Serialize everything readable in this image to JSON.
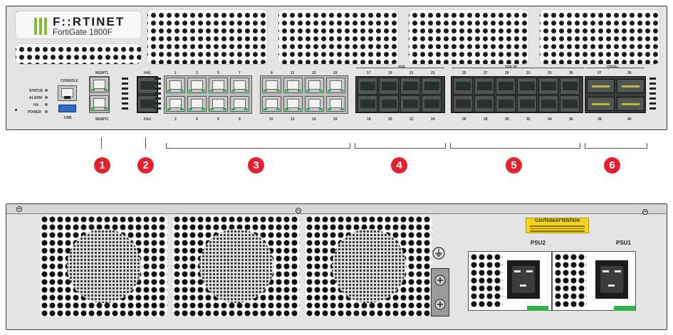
{
  "brand": {
    "logo_text": "F::RTINET",
    "model": "FortiGate 1800F"
  },
  "front_panel": {
    "console_label": "CONSOLE",
    "usb_label": "USB",
    "leds": [
      "STATUS",
      "ALARM",
      "HA",
      "POWER"
    ],
    "mgmt": {
      "top": "MGMT1",
      "bottom": "MGMT2"
    },
    "ha": {
      "top": "HA1",
      "bottom": "HA2"
    },
    "rj45_top_numbers": [
      "1",
      "3",
      "5",
      "7",
      "9",
      "11",
      "13",
      "15"
    ],
    "rj45_bottom_numbers": [
      "2",
      "4",
      "6",
      "8",
      "10",
      "12",
      "14",
      "16"
    ],
    "sfp_group_label": "SFP",
    "sfp_top_numbers": [
      "17",
      "19",
      "21",
      "23"
    ],
    "sfp_bottom_numbers": [
      "18",
      "20",
      "22",
      "24"
    ],
    "sfp28_group_label": "SFP 28",
    "sfp28_top_numbers": [
      "25",
      "27",
      "29",
      "31",
      "33",
      "35"
    ],
    "sfp28_bottom_numbers": [
      "26",
      "28",
      "30",
      "32",
      "34",
      "36"
    ],
    "qsfp_group_label": "QSFP+",
    "qsfp_top_numbers": [
      "37",
      "39"
    ],
    "qsfp_bottom_numbers": [
      "38",
      "40"
    ]
  },
  "callouts": [
    "1",
    "2",
    "3",
    "4",
    "5",
    "6"
  ],
  "rear_panel": {
    "caution_title": "CAUTION/ATTENTION",
    "psu_labels": [
      "PSU2",
      "PSU1"
    ]
  },
  "colors": {
    "callout": "#e3202e",
    "logo_bars": "#84b93a",
    "port_led": "#2db34a",
    "caution": "#f2d21b"
  }
}
